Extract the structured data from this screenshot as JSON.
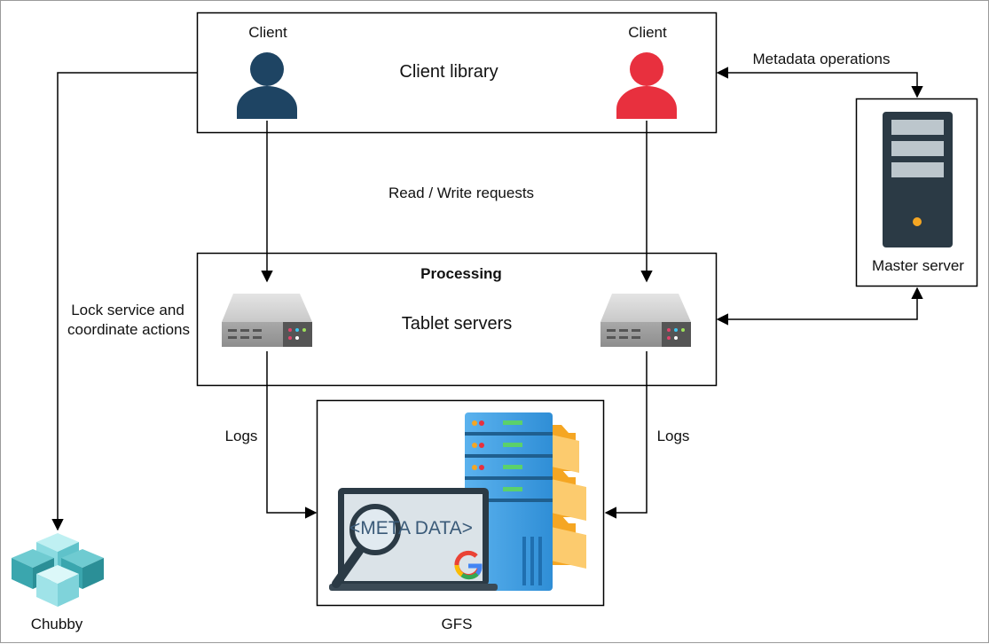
{
  "client_library": {
    "title": "Client library",
    "client_left_label": "Client",
    "client_right_label": "Client"
  },
  "processing": {
    "title": "Processing",
    "subtitle": "Tablet servers"
  },
  "master": {
    "label": "Master server"
  },
  "gfs": {
    "label": "GFS",
    "screen_text": "<META DATA>"
  },
  "chubby": {
    "label": "Chubby"
  },
  "edges": {
    "metadata_ops": "Metadata operations",
    "read_write": "Read / Write requests",
    "lock_line1": "Lock service and",
    "lock_line2": "coordinate actions",
    "logs_left": "Logs",
    "logs_right": "Logs"
  },
  "colors": {
    "client_left": "#1e4463",
    "client_right": "#e8303e",
    "server_rack": "#2b3a45",
    "gfs_server": "#3d9be0",
    "folder": "#f5a623",
    "chubby": "#59bfc7"
  }
}
